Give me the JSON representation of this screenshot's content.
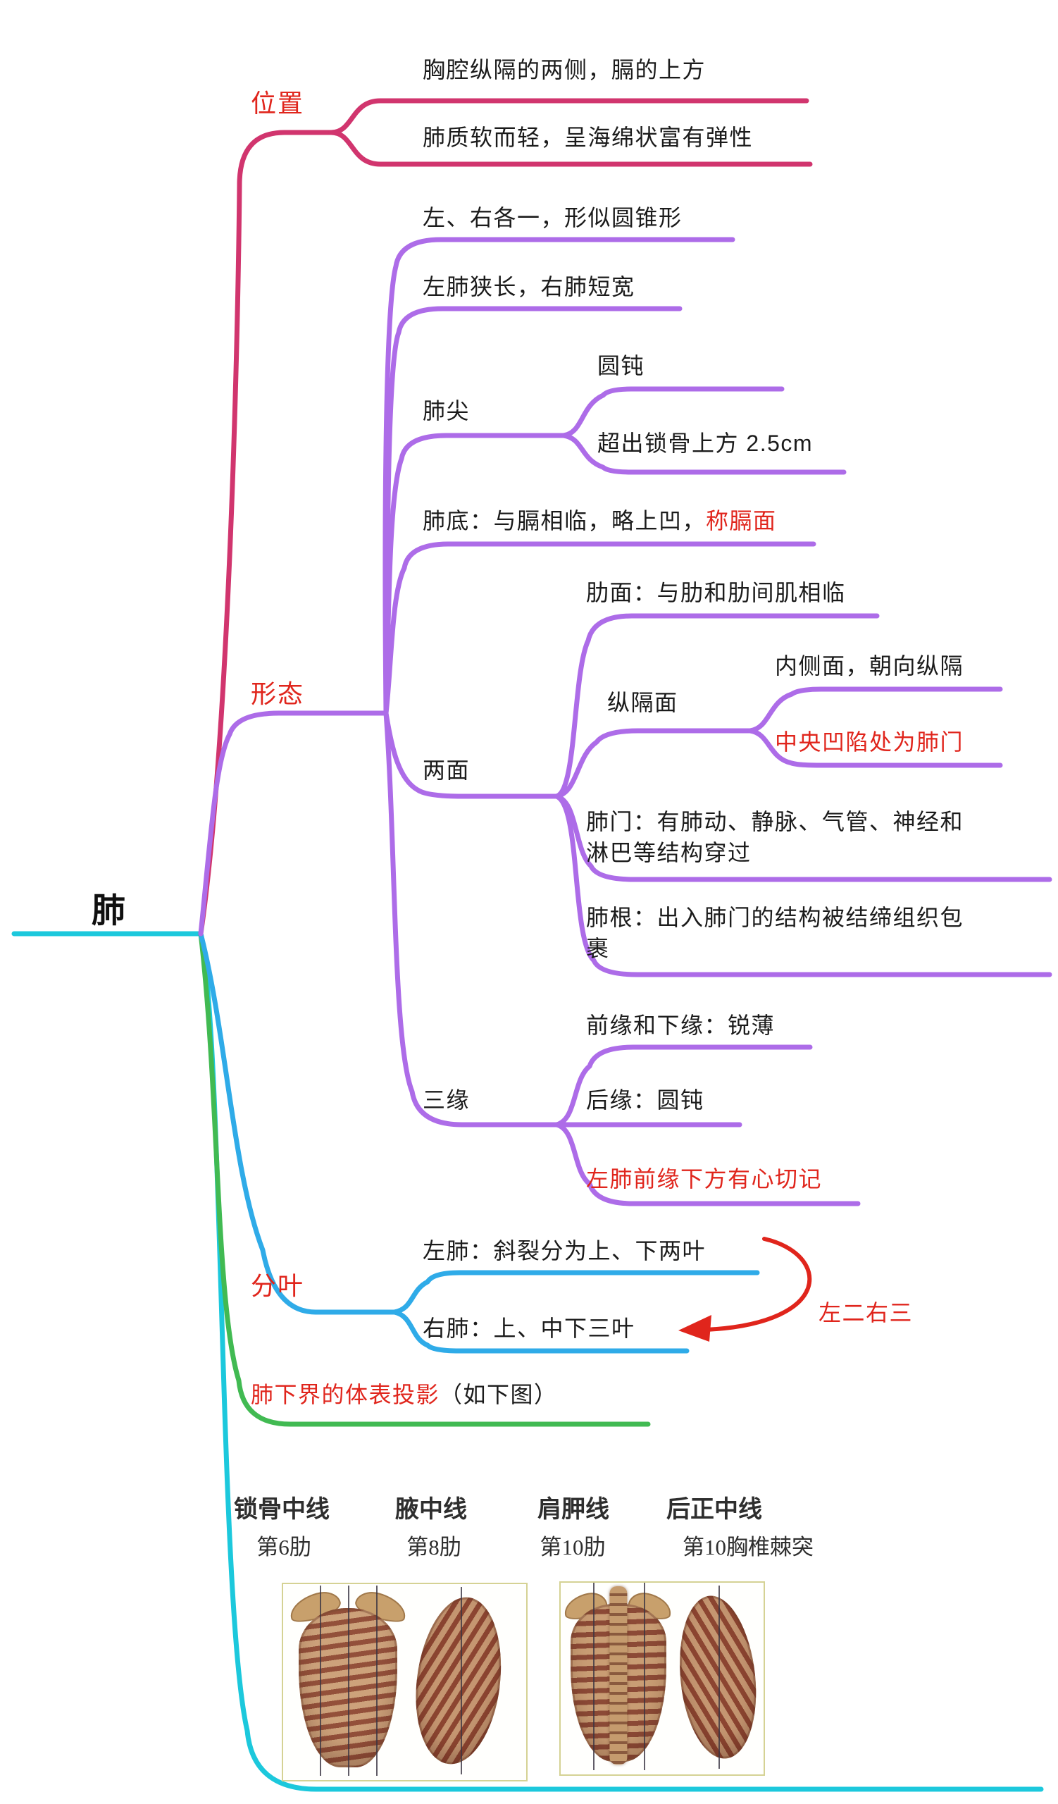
{
  "root": {
    "label": "肺"
  },
  "colors": {
    "branch_position": "#d1356e",
    "branch_morphology": "#ad6ce8",
    "branch_lobes": "#2fabe8",
    "branch_projection": "#41ba52",
    "branch_figure": "#1cc8dc",
    "highlight_red": "#e0251c",
    "text_black": "#1b1b1b"
  },
  "branches": [
    {
      "label": "位置",
      "children": [
        {
          "text": "胸腔纵隔的两侧，膈的上方"
        },
        {
          "text": "肺质软而轻，呈海绵状富有弹性"
        }
      ]
    },
    {
      "label": "形态",
      "children": [
        {
          "text": "左、右各一，形似圆锥形"
        },
        {
          "text": "左肺狭长，右肺短宽"
        },
        {
          "label": "肺尖",
          "children": [
            {
              "text": "圆钝"
            },
            {
              "text": "超出锁骨上方 2.5cm"
            }
          ]
        },
        {
          "text": "肺底：与膈相临，略上凹，",
          "highlight": "称膈面"
        },
        {
          "label": "两面",
          "children": [
            {
              "text": "肋面：与肋和肋间肌相临"
            },
            {
              "label": "纵隔面",
              "children": [
                {
                  "text": "内侧面，朝向纵隔"
                },
                {
                  "highlight": "中央凹陷处为肺门"
                }
              ]
            },
            {
              "text": "肺门：有肺动、静脉、气管、神经和淋巴等结构穿过"
            },
            {
              "text": "肺根：出入肺门的结构被结缔组织包裹"
            }
          ]
        },
        {
          "label": "三缘",
          "children": [
            {
              "text": "前缘和下缘：锐薄"
            },
            {
              "text": "后缘：圆钝"
            },
            {
              "highlight": "左肺前缘下方有心切记"
            }
          ]
        }
      ]
    },
    {
      "label": "分叶",
      "children": [
        {
          "text": "左肺：斜裂分为上、下两叶"
        },
        {
          "text": "右肺：上、中下三叶"
        }
      ],
      "annotation": "左二右三"
    },
    {
      "label_red": "肺下界的体表投影",
      "label_suffix": "（如下图）"
    }
  ],
  "projection_table": [
    {
      "header": "锁骨中线",
      "value": "第6肋"
    },
    {
      "header": "腋中线",
      "value": "第8肋"
    },
    {
      "header": "肩胛线",
      "value": "第10肋"
    },
    {
      "header": "后正中线",
      "value": "第10胸椎棘突"
    }
  ]
}
